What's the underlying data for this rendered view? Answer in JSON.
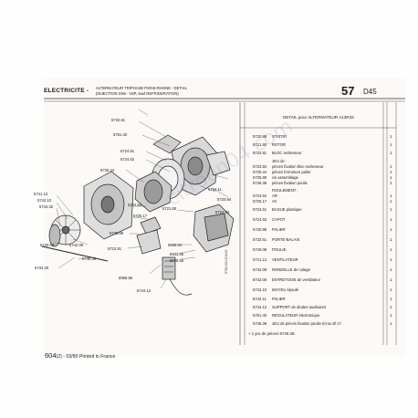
{
  "header": {
    "section": "ELECTRICITE -",
    "detail_line1": "ALTERNATEUR TRIPHASE PARIS-RHONE : DETAIL",
    "detail_line2": "(INJECTION XN6 - V6P, sauf REFRIGERATION)",
    "page_number": "57",
    "page_sub": "D45"
  },
  "diagram": {
    "part_refs": [
      "5732.61",
      "5761.40",
      "5724.51",
      "5724.52",
      "5725.44",
      "5741.13",
      "5742.10",
      "5744.32",
      "5740.08",
      "5742.06",
      "5734.20",
      "5746.39",
      "5722.84",
      "5725.17",
      "5725.89",
      "5722.81",
      "6958.56",
      "5744.12",
      "5744.11",
      "5720.84",
      "5724.63",
      "5721.80",
      "6932.04",
      "6933.06",
      "6958.55"
    ]
  },
  "table": {
    "title": "DETAIL pour ALTERNATEUR A13R32",
    "rows": [
      {
        "code": "5720.88",
        "desc": "STATOR",
        "qty": "1"
      },
      {
        "code": "5721.80",
        "desc": "ROTOR",
        "qty": "1"
      },
      {
        "code": "5722.81",
        "desc": "BLOC redresseur",
        "qty": "1"
      },
      {
        "code": "",
        "desc": "JEU de :",
        "qty": ""
      },
      {
        "code": "5722.84",
        "desc": "pièces fixation bloc redresseur",
        "qty": "1"
      },
      {
        "code": "5725.44",
        "desc": "pièces fermeture palier",
        "qty": "1"
      },
      {
        "code": "5725.89",
        "desc": "vis assemblage",
        "qty": "1"
      },
      {
        "code": "5746.39",
        "desc": "pièces fixation poulie",
        "qty": "1"
      },
      {
        "code": "",
        "desc": "ROULEMENT :",
        "qty": ""
      },
      {
        "code": "5724.52",
        "desc": "AR",
        "qty": "1"
      },
      {
        "code": "5725.17",
        "desc": "AV",
        "qty": "1"
      },
      {
        "code": "5724.51",
        "desc": "BAGUE plastique",
        "qty": "1"
      },
      {
        "code": "5724.63",
        "desc": "CAPOT",
        "qty": "1"
      },
      {
        "code": "5725.89",
        "desc": "PALIER",
        "qty": "1"
      },
      {
        "code": "5732.61",
        "desc": "PORTE-BALAIS",
        "qty": "1"
      },
      {
        "code": "5740.08",
        "desc": "POULIE",
        "qty": "1"
      },
      {
        "code": "5741.12",
        "desc": "VENTILATEUR",
        "qty": "1"
      },
      {
        "code": "5742.08",
        "desc": "RONDELLE de calage",
        "qty": "1"
      },
      {
        "code": "5742.06",
        "desc": "ENTRETOISE de ventilateur",
        "qty": "1"
      },
      {
        "code": "5742.10",
        "desc": "MOYEU épaulé",
        "qty": "1"
      },
      {
        "code": "5744.11",
        "desc": "PALIER",
        "qty": "1"
      },
      {
        "code": "5744.12",
        "desc": "SUPPORT de diodes auxiliaires",
        "qty": "1"
      },
      {
        "code": "5761.40",
        "desc": "REGULATEUR électronique",
        "qty": "1"
      },
      {
        "code": "5746.39",
        "desc": "JEU de pièces fixation poulie écrou Ø 17",
        "qty": "1"
      }
    ],
    "footnote": "+ 1 jeu de pièces 5746.39."
  },
  "footer": {
    "code": "604",
    "suffix": "(2) - 03/90 Printed in France"
  },
  "side_code": "5783.004.E1045",
  "watermark": "citroen04.com"
}
